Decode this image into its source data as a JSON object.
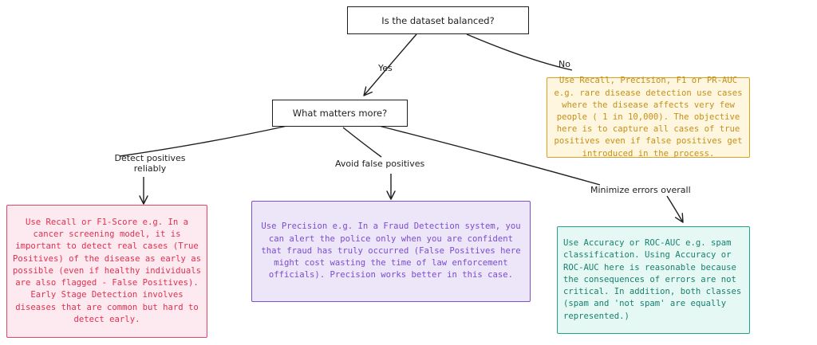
{
  "nodes": {
    "root": "Is the dataset balanced?",
    "what_matters": "What matters more?",
    "recall_f1": "Use Recall or F1-Score e.g. In a cancer screening model, it is important to detect real cases (True Positives) of the disease as early as possible (even if healthy individuals are also flagged - False Positives). Early Stage Detection involves diseases that are common but hard to detect early.",
    "precision": "Use Precision e.g. In a Fraud Detection system, you can alert the police only when you are confident that fraud has truly occurred (False Positives here might cost wasting the time of law enforcement officials). Precision works better in this case.",
    "imbalanced": "Use Recall, Precision, F1 or PR-AUC e.g. rare disease detection use cases where the disease affects very few people ( 1 in 10,000). The objective here is to capture all cases of true positives even if false positives get introduced in the process.",
    "accuracy": "Use Accuracy or ROC-AUC e.g. spam classification. Using Accuracy or ROC-AUC here is reasonable because the consequences of errors are not critical. In addition, both classes (spam and 'not spam' are equally represented.)"
  },
  "edges": {
    "yes": "Yes",
    "no": "No",
    "detect_positives": "Detect positives\nreliably",
    "avoid_false_positives": "Avoid false positives",
    "minimize_errors": "Minimize errors overall"
  },
  "colors": {
    "stroke": "#1e1e1e",
    "pink": "#e0304f",
    "purple": "#7b4bd2",
    "yellow": "#c5901a",
    "teal": "#187f6f"
  }
}
